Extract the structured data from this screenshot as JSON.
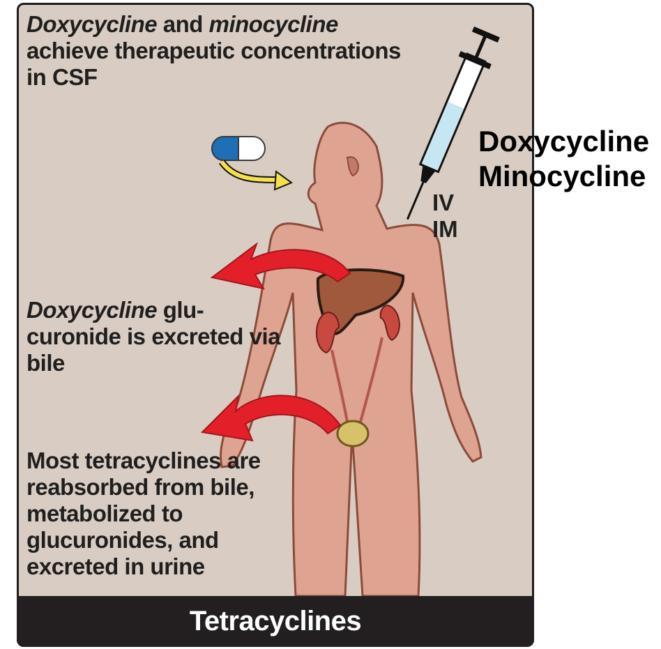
{
  "captions": {
    "top": {
      "drug1": "Doxycycline",
      "joiner": " and ",
      "drug2": "minocycline",
      "rest": "achieve therapeutic concentrations in CSF"
    },
    "bile": {
      "drug": "Doxycycline",
      "rest": " glu-curonide is excreted via bile"
    },
    "urine": "Most tetracyclines are reabsorbed from bile, metabolized to glucuronides, and excreted in urine"
  },
  "routes": {
    "iv": "IV",
    "im": "IM"
  },
  "drugs": [
    "Doxycycline",
    "Minocycline"
  ],
  "footer": "Tetracyclines",
  "colors": {
    "panel": "#d9cdc3",
    "body": "#dfa391",
    "glow": "#fbe7b3",
    "arrow": "#e3202a",
    "liver": "#a0593c",
    "kidney": "#c8493f",
    "bladder": "#d7c16b",
    "capsule_blue": "#1e6fb5",
    "syringe_fluid": "#c5e6f2",
    "footer": "#231f20"
  }
}
